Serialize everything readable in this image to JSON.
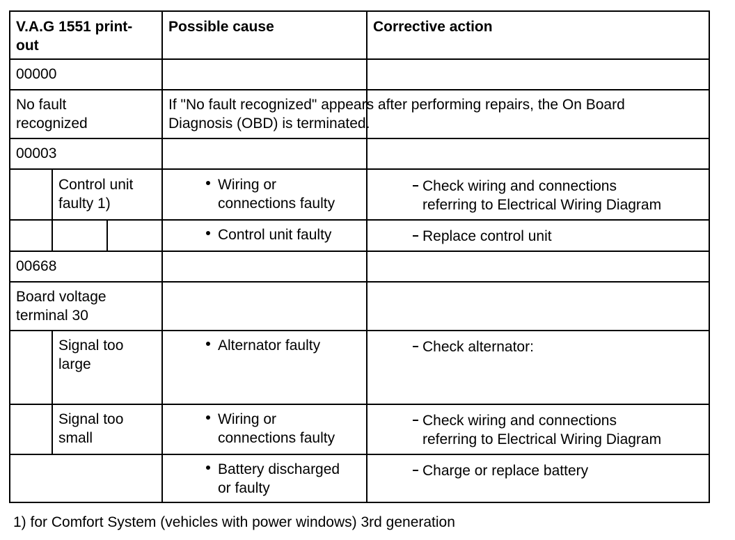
{
  "header": {
    "col1": "V.A.G 1551 print-\nout",
    "col2": "Possible cause",
    "col3": "Corrective action"
  },
  "rows": {
    "code1": "00000",
    "no_fault": "No fault\nrecognized",
    "no_fault_note": "If \"No fault recognized\" appears after performing repairs, the On Board\nDiagnosis (OBD) is terminated.",
    "code2": "00003",
    "cu_faulty": "Control unit\nfaulty 1)",
    "cause_wiring_1": "Wiring or\nconnections faulty",
    "action_check_wiring_1": "Check wiring and connections\nreferring to Electrical Wiring Diagram",
    "cause_cu": "Control unit faulty",
    "action_replace_cu": "Replace control unit",
    "code3": "00668",
    "board_voltage": "Board voltage\nterminal 30",
    "signal_large": "Signal too\nlarge",
    "cause_alternator": "Alternator faulty",
    "action_alternator": "Check alternator:",
    "signal_small": "Signal too\nsmall",
    "cause_wiring_2": "Wiring or\nconnections faulty",
    "action_check_wiring_2": "Check wiring and connections\nreferring to Electrical Wiring Diagram",
    "cause_battery": "Battery discharged\nor faulty",
    "action_battery": "Charge or replace battery"
  },
  "footnote": "1) for Comfort System (vehicles with power windows) 3rd generation"
}
